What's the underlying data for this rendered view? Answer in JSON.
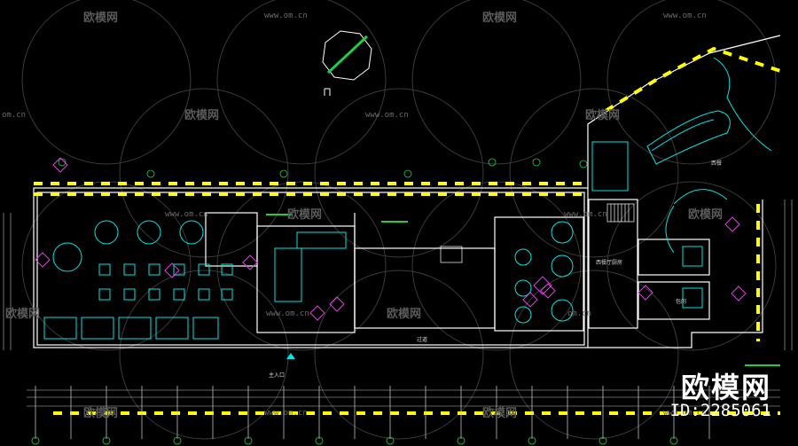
{
  "watermark": {
    "brand": "欧模网",
    "url": "www.om.cn",
    "url_short": "om.cn"
  },
  "brand_badge": {
    "name": "欧模网",
    "id_text": "ID:2285061"
  },
  "room_labels": {
    "bar": "西餐",
    "kitchen": "西餐厅厨房",
    "private": "包间",
    "corridor": "过道",
    "entrance": "主入口"
  },
  "colors": {
    "background": "#000000",
    "wall": "#ffffff",
    "yellow_dash": "#ffff00",
    "furniture": "#00e5e5",
    "magenta": "#e040e0",
    "green": "#22cc44",
    "dim_line": "#c0c0c0"
  }
}
